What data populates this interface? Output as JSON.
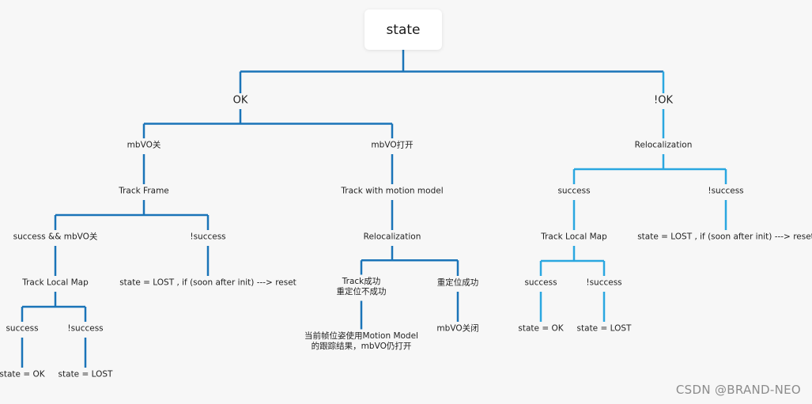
{
  "root": "state",
  "nodes": [
    {
      "id": "ok",
      "label": "OK"
    },
    {
      "id": "notok",
      "label": "!OK"
    },
    {
      "id": "mbvo_off",
      "label": "mbVO关"
    },
    {
      "id": "mbvo_on",
      "label": "mbVO打开"
    },
    {
      "id": "reloc_top",
      "label": "Relocalization"
    },
    {
      "id": "track_frame",
      "label": "Track Frame"
    },
    {
      "id": "track_motion",
      "label": "Track with motion model"
    },
    {
      "id": "reloc_success",
      "label": "success"
    },
    {
      "id": "reloc_fail",
      "label": "!success"
    },
    {
      "id": "succ_mbvo_off",
      "label": "success && mbVO关"
    },
    {
      "id": "tf_fail",
      "label": "!success"
    },
    {
      "id": "reloc_mid",
      "label": "Relocalization"
    },
    {
      "id": "r_track_local_map",
      "label": "Track Local Map"
    },
    {
      "id": "r_lost",
      "label": "state = LOST , if (soon after init)  ---> reset"
    },
    {
      "id": "l_track_local_map",
      "label": "Track Local Map"
    },
    {
      "id": "tf_lost",
      "label": "state = LOST , if (soon after init)  ---> reset"
    },
    {
      "id": "track_ok_reloc_fail",
      "label": "Track成功\n重定位不成功"
    },
    {
      "id": "reloc_ok",
      "label": "重定位成功"
    },
    {
      "id": "r_tlm_success",
      "label": "success"
    },
    {
      "id": "r_tlm_fail",
      "label": "!success"
    },
    {
      "id": "l_tlm_success",
      "label": "success"
    },
    {
      "id": "l_tlm_fail",
      "label": "!success"
    },
    {
      "id": "use_motion",
      "label": "当前帧位姿使用Motion Model\n的跟踪结果，mbVO仍打开"
    },
    {
      "id": "mbvo_close",
      "label": "mbVO关闭"
    },
    {
      "id": "r_state_ok",
      "label": "state = OK"
    },
    {
      "id": "r_state_lost",
      "label": "state = LOST"
    },
    {
      "id": "l_state_ok",
      "label": "state = OK"
    },
    {
      "id": "l_state_lost",
      "label": "state = LOST"
    }
  ],
  "edges": [
    [
      "root",
      "ok"
    ],
    [
      "root",
      "notok"
    ],
    [
      "ok",
      "mbvo_off"
    ],
    [
      "ok",
      "mbvo_on"
    ],
    [
      "notok",
      "reloc_top"
    ],
    [
      "mbvo_off",
      "track_frame"
    ],
    [
      "mbvo_on",
      "track_motion"
    ],
    [
      "reloc_top",
      "reloc_success"
    ],
    [
      "reloc_top",
      "reloc_fail"
    ],
    [
      "track_frame",
      "succ_mbvo_off"
    ],
    [
      "track_frame",
      "tf_fail"
    ],
    [
      "track_motion",
      "reloc_mid"
    ],
    [
      "reloc_success",
      "r_track_local_map"
    ],
    [
      "reloc_fail",
      "r_lost"
    ],
    [
      "succ_mbvo_off",
      "l_track_local_map"
    ],
    [
      "tf_fail",
      "tf_lost"
    ],
    [
      "reloc_mid",
      "track_ok_reloc_fail"
    ],
    [
      "reloc_mid",
      "reloc_ok"
    ],
    [
      "r_track_local_map",
      "r_tlm_success"
    ],
    [
      "r_track_local_map",
      "r_tlm_fail"
    ],
    [
      "l_track_local_map",
      "l_tlm_success"
    ],
    [
      "l_track_local_map",
      "l_tlm_fail"
    ],
    [
      "track_ok_reloc_fail",
      "use_motion"
    ],
    [
      "reloc_ok",
      "mbvo_close"
    ],
    [
      "r_tlm_success",
      "r_state_ok"
    ],
    [
      "r_tlm_fail",
      "r_state_lost"
    ],
    [
      "l_tlm_success",
      "l_state_ok"
    ],
    [
      "l_tlm_fail",
      "l_state_lost"
    ]
  ],
  "colors": {
    "left_branch": "#1a74b8",
    "right_branch": "#2aa7e0",
    "root_box": "#ffffff",
    "background": "#f7f7f7"
  },
  "watermark": "CSDN @BRAND-NEO"
}
